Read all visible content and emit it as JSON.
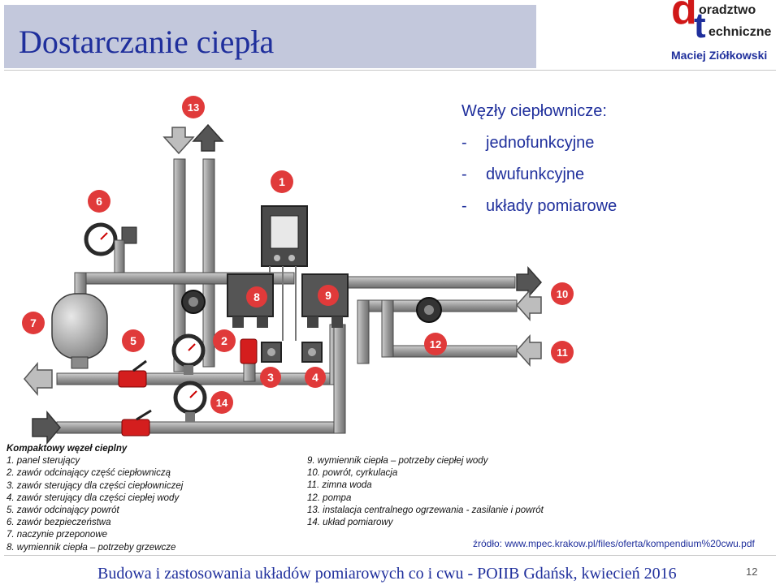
{
  "header": {
    "title": "Dostarczanie ciepła",
    "logo_letter_d": "d",
    "logo_letter_t": "t",
    "logo_word1": "oradztwo",
    "logo_word2": "echniczne",
    "author": "Maciej Ziółkowski"
  },
  "bullets": {
    "heading": "Węzły ciepłownicze:",
    "items": [
      {
        "dash": "-",
        "text": "jednofunkcyjne"
      },
      {
        "dash": "-",
        "text": "dwufunkcyjne"
      },
      {
        "dash": "-",
        "text": "układy pomiarowe"
      }
    ]
  },
  "diagram": {
    "badges": [
      "1",
      "2",
      "3",
      "4",
      "5",
      "6",
      "7",
      "8",
      "9",
      "10",
      "11",
      "12",
      "13",
      "14"
    ],
    "colors": {
      "badge": "#e03a3a",
      "pipe": "#9c9c9c",
      "pipe_outline": "#4a4a4a",
      "valve_red": "#d41e1e",
      "dark": "#3a3a3a"
    }
  },
  "legend_left": {
    "heading": "Kompaktowy węzeł cieplny",
    "items": [
      "1. panel sterujący",
      "2. zawór odcinający część ciepłowniczą",
      "3. zawór sterujący dla części ciepłowniczej",
      "4. zawór sterujący dla części ciepłej wody",
      "5. zawór odcinający powrót",
      "6. zawór bezpieczeństwa",
      "7. naczynie przeponowe",
      "8. wymiennik ciepła – potrzeby grzewcze"
    ]
  },
  "legend_right": {
    "items": [
      "9.  wymiennik ciepła – potrzeby ciepłej wody",
      "10. powrót, cyrkulacja",
      "11. zimna woda",
      "12. pompa",
      "13. instalacja centralnego ogrzewania - zasilanie i powrót",
      "14. układ pomiarowy"
    ]
  },
  "source": "źródło: www.mpec.krakow.pl/files/oferta/kompendium%20cwu.pdf",
  "footer": "Budowa i zastosowania układów pomiarowych co i cwu - POIIB Gdańsk, kwiecień 2016",
  "page_number": "12"
}
